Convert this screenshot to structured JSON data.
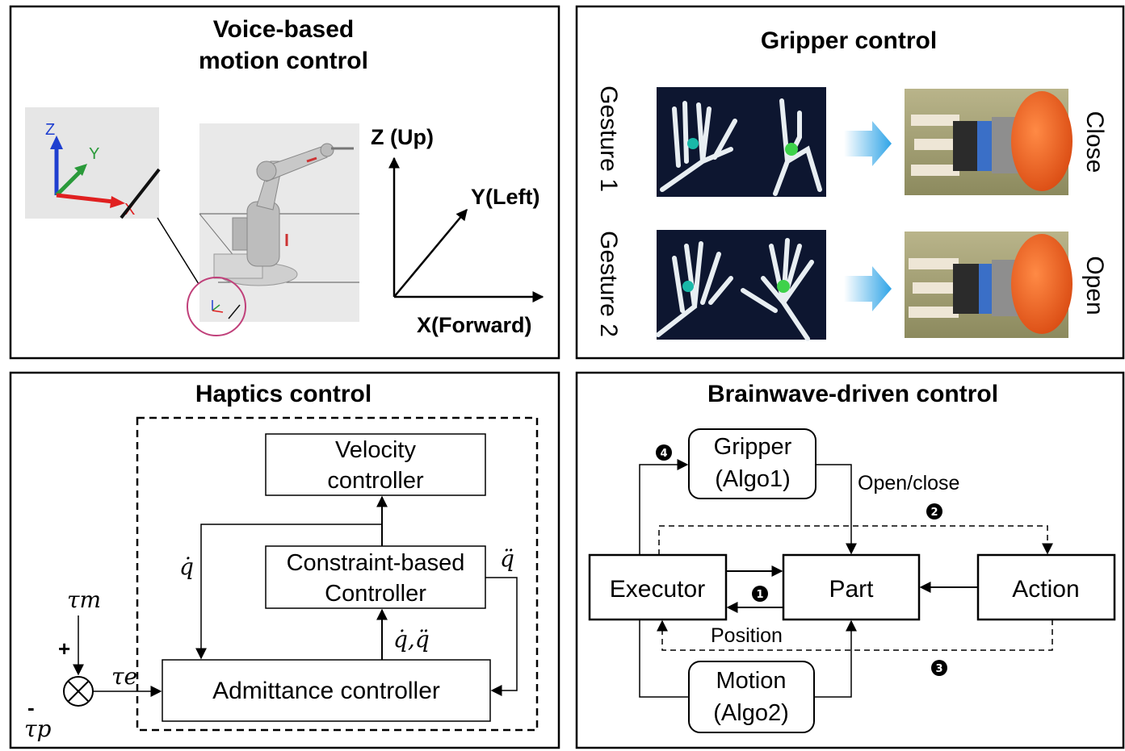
{
  "panels": {
    "voice": {
      "title_line1": "Voice-based",
      "title_line2": "motion control",
      "axis_z": "Z (Up)",
      "axis_y": "Y(Left)",
      "axis_x": "X(Forward)",
      "inset_z": "Z",
      "inset_y": "Y",
      "inset_x": "X"
    },
    "gripper": {
      "title": "Gripper control",
      "gesture1": "Gesture 1",
      "gesture2": "Gesture 2",
      "close": "Close",
      "open": "Open"
    },
    "haptics": {
      "title": "Haptics control",
      "velocity_line1": "Velocity",
      "velocity_line2": "controller",
      "constraint_line1": "Constraint-based",
      "constraint_line2": "Controller",
      "admittance": "Admittance controller",
      "q_dot": "q̇",
      "q_ddot": "q̈",
      "q_dot_ddot": "q̇,q̈",
      "tau_m": "τm",
      "tau_e": "τe",
      "tau_p": "τp",
      "plus": "+",
      "minus": "-"
    },
    "brainwave": {
      "title": "Brainwave-driven control",
      "gripper_line1": "Gripper",
      "gripper_line2": "(Algo1)",
      "motion_line1": "Motion",
      "motion_line2": "(Algo2)",
      "executor": "Executor",
      "part": "Part",
      "action": "Action",
      "open_close": "Open/close",
      "position": "Position",
      "step1": "1",
      "step2": "2",
      "step3": "3",
      "step4": "4"
    }
  },
  "colors": {
    "inset_z_axis": "#1f3fd0",
    "inset_y_axis": "#2a9a3a",
    "inset_x_axis": "#e02020",
    "circle_highlight": "#c0407a",
    "robot_orange": "#e8581c",
    "hand_bg": "#0d1630",
    "arrow_blue": "#3aaee8"
  }
}
